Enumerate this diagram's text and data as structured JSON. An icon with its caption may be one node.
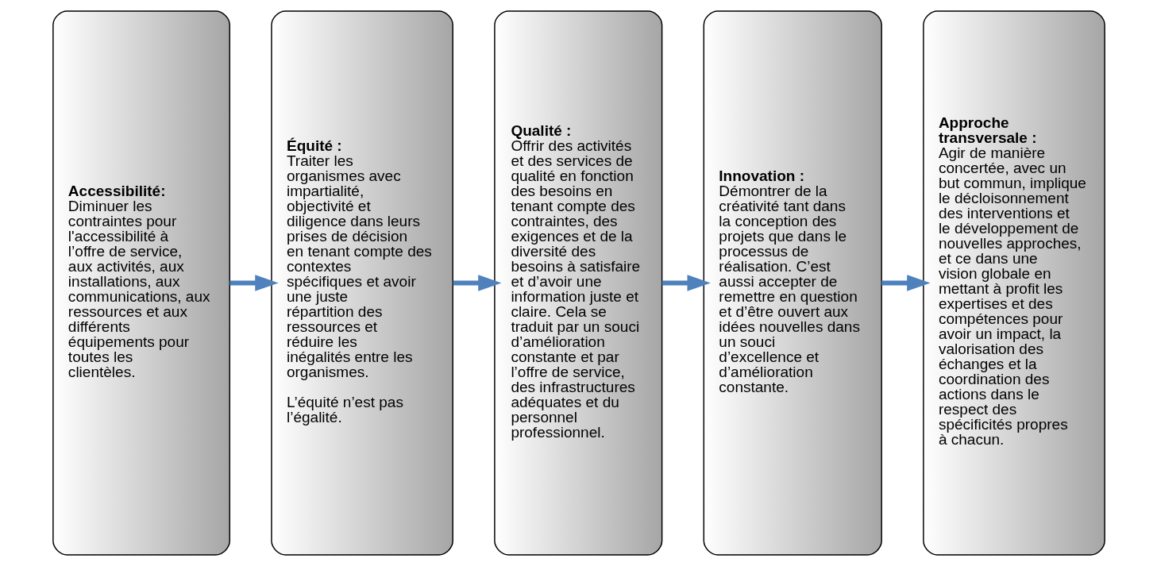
{
  "diagram": {
    "nodes": [
      {
        "text": [
          "Accessibilité:",
          "Diminuer les contraintes pour l'accessibilité à l’offre de service, aux activités, aux installations, aux communications, aux ressources et aux différents équipements pour toutes les clientèles."
        ]
      },
      {
        "text": [
          "Équité :",
          "Traiter les organismes avec impartialité, objectivité et diligence dans leurs prises de décision en tenant compte des contextes spécifiques et avoir une juste répartition des ressources et réduire les inégalités entre les organismes.",
          "L’équité n’est pas l’égalité."
        ]
      },
      {
        "text": [
          "Qualité :",
          "Offrir des activités et des services de qualité en fonction des besoins en tenant compte des contraintes, des exigences et de la diversité des besoins à satisfaire et d’avoir une information juste et claire. Cela se traduit par un souci d’amélioration constante et par l’offre de service, des infrastructures adéquates et du personnel professionnel."
        ]
      },
      {
        "text": [
          "Innovation :",
          "Démontrer de la créativité tant dans la conception des projets que dans le processus de réalisation. C’est aussi accepter de remettre en question et d’être ouvert aux idées nouvelles dans un souci d’excellence et d’amélioration constante."
        ]
      },
      {
        "text": [
          "Approche transversale :",
          "Agir de manière concertée, avec un but commun, implique le décloisonnement des interventions et le développement de nouvelles approches, et ce dans une vision globale en mettant à profit les expertises et des compétences pour avoir un impact, la valorisation des échanges et la coordination des actions dans le respect des spécificités propres à chacun."
        ]
      }
    ],
    "edges": [
      {
        "from": 0,
        "to": 1,
        "arrow": "to"
      },
      {
        "from": 1,
        "to": 2,
        "arrow": "to"
      },
      {
        "from": 2,
        "to": 3,
        "arrow": "to"
      },
      {
        "from": 3,
        "to": 4,
        "arrow": "to"
      }
    ]
  }
}
